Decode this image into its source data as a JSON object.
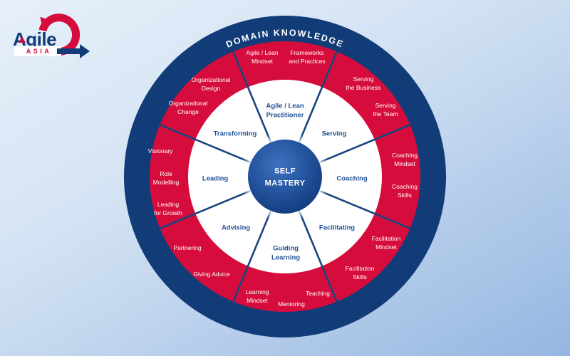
{
  "logo": {
    "brand": "Agile",
    "region": "ASIA"
  },
  "wheel": {
    "ring_title": "DOMAIN KNOWLEDGE",
    "center_label": "SELF\nMASTERY",
    "sectors": [
      {
        "id": "agile-lean-practitioner",
        "label": "Agile / Lean\nPractitioner",
        "outer": [
          "Agile / Lean\nMindset",
          "Frameworks\nand Practices"
        ]
      },
      {
        "id": "serving",
        "label": "Serving",
        "outer": [
          "Serving\nthe Business",
          "Serving\nthe Team"
        ]
      },
      {
        "id": "coaching",
        "label": "Coaching",
        "outer": [
          "Coaching\nMindset",
          "Coaching\nSkills"
        ]
      },
      {
        "id": "facilitating",
        "label": "Facilitating",
        "outer": [
          "Facilitation\nMindset",
          "Facilitation\nSkills"
        ]
      },
      {
        "id": "guiding-learning",
        "label": "Guiding\nLearning",
        "outer": [
          "Teaching",
          "Mentoring",
          "Learning\nMindset"
        ]
      },
      {
        "id": "advising",
        "label": "Advising",
        "outer": [
          "Giving Advice",
          "Partnering"
        ]
      },
      {
        "id": "leading",
        "label": "Leading",
        "outer": [
          "Leading\nfor Growth",
          "Role\nModelling",
          "Visionary"
        ]
      },
      {
        "id": "transforming",
        "label": "Transforming",
        "outer": [
          "Organizational\nChange",
          "Organizational\nDesign"
        ]
      }
    ]
  },
  "colors": {
    "navy": "#123C78",
    "red": "#D60D3C",
    "label_blue": "#1D4F93",
    "background_top": "#E7F0FA",
    "background_bottom": "#95B6E1",
    "white": "#FFFFFF"
  }
}
